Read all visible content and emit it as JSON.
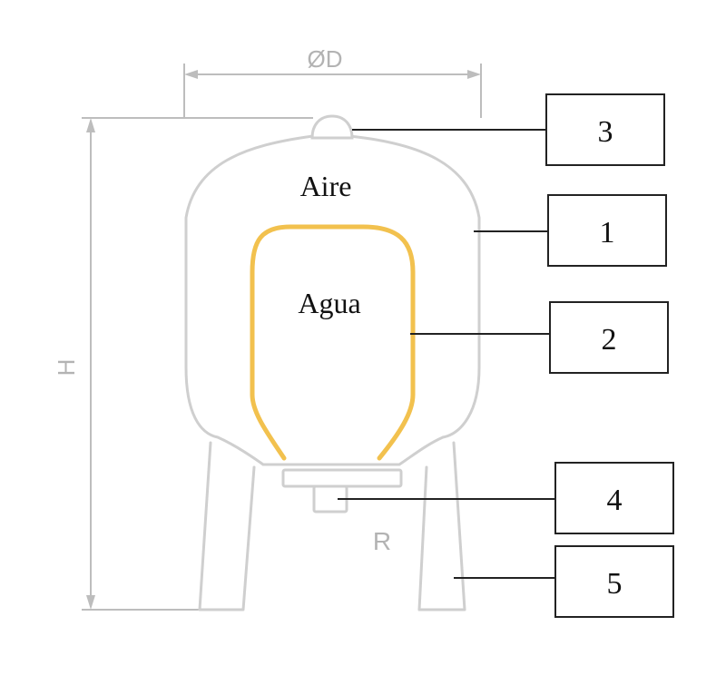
{
  "diagram": {
    "dimensions": {
      "diameter": "ØD",
      "height": "H",
      "connection": "R"
    },
    "regions": {
      "air": "Aire",
      "water": "Agua"
    },
    "callouts": [
      {
        "id": "valve",
        "label": "3"
      },
      {
        "id": "shell",
        "label": "1"
      },
      {
        "id": "membrane",
        "label": "2"
      },
      {
        "id": "outlet",
        "label": "4"
      },
      {
        "id": "legs",
        "label": "5"
      }
    ],
    "colors": {
      "outline": "#cfcfcf",
      "dimension": "#bdbdbd",
      "membrane": "#f2c14e",
      "leader": "#222222",
      "box": "#222222"
    }
  }
}
